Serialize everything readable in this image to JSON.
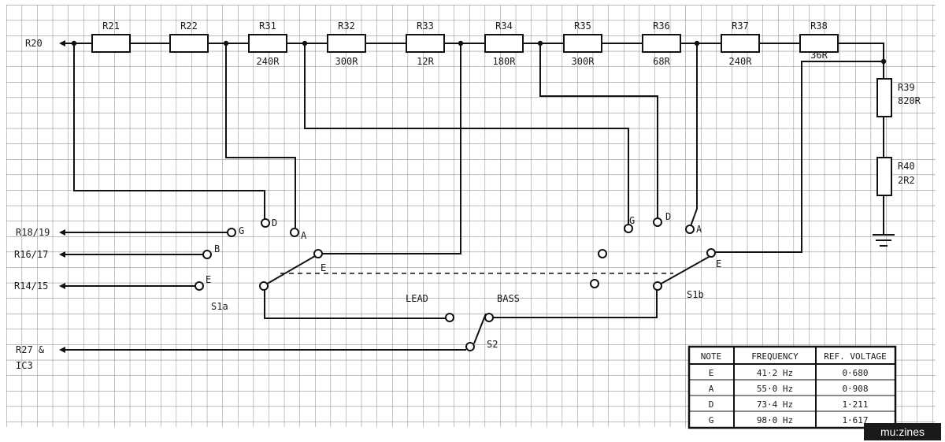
{
  "resistors": [
    {
      "id": "R21",
      "value": ""
    },
    {
      "id": "R22",
      "value": ""
    },
    {
      "id": "R31",
      "value": "240R"
    },
    {
      "id": "R32",
      "value": "300R"
    },
    {
      "id": "R33",
      "value": "12R"
    },
    {
      "id": "R34",
      "value": "180R"
    },
    {
      "id": "R35",
      "value": "300R"
    },
    {
      "id": "R36",
      "value": "68R"
    },
    {
      "id": "R37",
      "value": "240R"
    },
    {
      "id": "R38",
      "value": "36R"
    }
  ],
  "vertical_resistors": [
    {
      "id": "R39",
      "value": "820R"
    },
    {
      "id": "R40",
      "value": "2R2"
    }
  ],
  "inputs": {
    "r20": "R20",
    "r18_19": "R18/19",
    "r16_17": "R16/17",
    "r14_15": "R14/15",
    "r27_line1": "R27 &",
    "r27_line2": "IC3"
  },
  "switches": {
    "s1a": "S1a",
    "s1b": "S1b",
    "s2": "S2",
    "lead": "LEAD",
    "bass": "BASS",
    "s1a_contacts": {
      "g": "G",
      "d": "D",
      "a": "A",
      "b": "B",
      "e_in": "E",
      "e_common": "E"
    },
    "s1b_contacts": {
      "g": "G",
      "d": "D",
      "a": "A",
      "e": "E"
    }
  },
  "table": {
    "headers": [
      "NOTE",
      "FREQUENCY",
      "REF. VOLTAGE"
    ],
    "rows": [
      {
        "note": "E",
        "freq": "41·2 Hz",
        "volt": "0·680"
      },
      {
        "note": "A",
        "freq": "55·0 Hz",
        "volt": "0·908"
      },
      {
        "note": "D",
        "freq": "73·4 Hz",
        "volt": "1·211"
      },
      {
        "note": "G",
        "freq": "98·0 Hz",
        "volt": "1·617"
      }
    ]
  },
  "watermark": "mu:zines"
}
